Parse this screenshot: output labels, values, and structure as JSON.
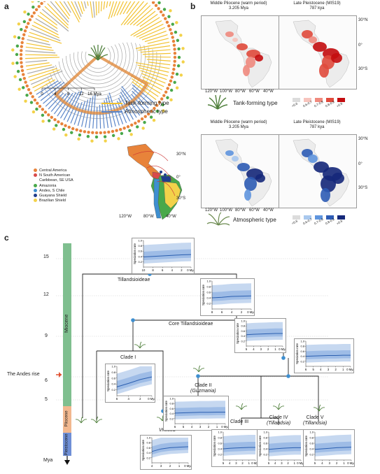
{
  "panel_a": {
    "letter": "a",
    "axis_ticks": [
      "0",
      "4",
      "8",
      "12",
      "16 Mya"
    ],
    "legend_tank": "Tank-forming type",
    "legend_atmos": "Atmospheric type",
    "colors": {
      "tank": "#f2c230",
      "atmos": "#5b86c9",
      "gray": "#a8a8a8",
      "orange": "#e08a3c"
    },
    "regions": [
      {
        "label": "Central America",
        "color": "#e8833a"
      },
      {
        "label": "N South American",
        "color": "#d84a4a"
      },
      {
        "label": "Caribbean, SE USA",
        "color": "#d84a4a"
      },
      {
        "label": "Amazonia",
        "color": "#49a84a"
      },
      {
        "label": "Andes, S Chile",
        "color": "#3e8fd0"
      },
      {
        "label": "Guayana Shield",
        "color": "#1f3d8c"
      },
      {
        "label": "Brazilian Shield",
        "color": "#f3d24a"
      }
    ],
    "map_lat": [
      "30°N",
      "0°",
      "30°S"
    ],
    "map_lon": [
      "120°W",
      "80°W",
      "40°W"
    ]
  },
  "panel_b": {
    "letter": "b",
    "tank": {
      "left_title": "Middle Pliocene (warm period)",
      "left_sub": "3.205 Mya",
      "right_title": "Late Pleistocene (MIS19)",
      "right_sub": "787 kya",
      "lat": [
        "30°N",
        "0°",
        "30°S"
      ],
      "lon": [
        "120°W",
        "100°W",
        "80°W",
        "60°W",
        "40°W"
      ],
      "type_label": "Tank-forming type",
      "legend": [
        "<0.6",
        "0.6-0.7",
        "0.7-0.8",
        "0.8-0.9",
        ">0.9"
      ],
      "legend_colors": [
        "#dcdcdc",
        "#f7c4bd",
        "#f08a7e",
        "#e04a3c",
        "#c40d10"
      ]
    },
    "atmos": {
      "left_title": "Middle Pliocene (warm period)",
      "left_sub": "3.205 Mya",
      "right_title": "Late Pleistocene (MIS19)",
      "right_sub": "787 kya",
      "lat": [
        "30°N",
        "0°",
        "30°S"
      ],
      "lon": [
        "120°W",
        "100°W",
        "80°W",
        "60°W",
        "40°W"
      ],
      "type_label": "Atmospheric type",
      "legend": [
        "<0.6",
        "0.6-0.7",
        "0.7-0.8",
        "0.8-0.9",
        ">0.9"
      ],
      "legend_colors": [
        "#dcdcdc",
        "#a9c8ee",
        "#5f95de",
        "#2e5cb5",
        "#15287a"
      ]
    }
  },
  "panel_c": {
    "letter": "c",
    "age_ticks": [
      "15",
      "12",
      "9",
      "6",
      "5"
    ],
    "mya_label": "Mya",
    "epochs": [
      {
        "name": "Miocene",
        "color": "#7fbf8f"
      },
      {
        "name": "Pliocene",
        "color": "#f2b88f"
      },
      {
        "name": "Pleistocene",
        "color": "#6f8fd6"
      }
    ],
    "andes_label": "The Andes rise",
    "clades": {
      "tillandsioideae": "Tillandsioideae",
      "core": "Core Tillandsioideae",
      "clade1": "Clade I",
      "clade2": "Clade II",
      "clade2_sub": "(Guzmania)",
      "vriesea": "Vriesea",
      "clade3": "Clade III",
      "clade4": "Clade IV",
      "clade4_sub": "(Tillandsia)",
      "clade5": "Clade V",
      "clade5_sub": "(Tillandsia)"
    },
    "ylabel": "Speciation rate",
    "insets": {
      "tillandsioideae": {
        "yticks": [
          "0.2",
          "0.4",
          "0.6",
          "0.8",
          "1.0"
        ],
        "xticks": [
          "10",
          "8",
          "6",
          "4",
          "2",
          "0 Mya"
        ],
        "mean": [
          0.38,
          0.4,
          0.42,
          0.44,
          0.46,
          0.47
        ]
      },
      "core": {
        "yticks": [
          "0.2",
          "0.4",
          "0.6",
          "0.8",
          "1.0"
        ],
        "xticks": [
          "8",
          "6",
          "4",
          "2",
          "0 Mya"
        ],
        "mean": [
          0.4,
          0.42,
          0.45,
          0.46,
          0.47
        ]
      },
      "right1": {
        "yticks": [
          "0.2",
          "0.4",
          "0.6",
          "0.8",
          "1.0"
        ],
        "xticks": [
          "5",
          "4",
          "3",
          "2",
          "1",
          "0 Mya"
        ],
        "mean": [
          0.45,
          0.47,
          0.48,
          0.49,
          0.5,
          0.5
        ]
      },
      "right2": {
        "yticks": [
          "0.2",
          "0.4",
          "0.6",
          "0.8",
          "1.0"
        ],
        "xticks": [
          "6",
          "5",
          "4",
          "3",
          "2",
          "1",
          "0 Mya"
        ],
        "mean": [
          0.4,
          0.41,
          0.42,
          0.43,
          0.43,
          0.44,
          0.44
        ]
      },
      "clade1": {
        "yticks": [
          "0.2",
          "0.4",
          "0.6",
          "0.8",
          "1.0"
        ],
        "xticks": [
          "6",
          "4",
          "2",
          "0 Mya"
        ],
        "mean": [
          0.3,
          0.42,
          0.55,
          0.64
        ]
      },
      "clade2": {
        "yticks": [
          "0.2",
          "0.4",
          "0.6",
          "0.8",
          "1.0"
        ],
        "xticks": [
          "6",
          "5",
          "4",
          "3",
          "2",
          "1",
          "0 Mya"
        ],
        "mean": [
          0.42,
          0.43,
          0.44,
          0.45,
          0.45,
          0.46,
          0.46
        ]
      },
      "vriesea": {
        "yticks": [
          "0.2",
          "0.4",
          "0.6",
          "0.8",
          "1.0"
        ],
        "xticks": [
          "4",
          "3",
          "2",
          "1",
          "0 Mya"
        ],
        "mean": [
          0.45,
          0.55,
          0.6,
          0.62,
          0.64
        ]
      },
      "clade3": {
        "yticks": [
          "0.2",
          "0.4",
          "0.6",
          "0.8",
          "1.0"
        ],
        "xticks": [
          "5",
          "4",
          "3",
          "2",
          "1",
          "0 Mya"
        ],
        "mean": [
          0.4,
          0.42,
          0.43,
          0.44,
          0.45,
          0.45
        ]
      },
      "clade4": {
        "yticks": [
          "0.2",
          "0.4",
          "0.6",
          "0.8",
          "1.0"
        ],
        "xticks": [
          "5",
          "4",
          "3",
          "2",
          "1",
          "0 Mya"
        ],
        "mean": [
          0.38,
          0.4,
          0.42,
          0.43,
          0.44,
          0.44
        ]
      },
      "clade5": {
        "yticks": [
          "0.2",
          "0.4",
          "0.6",
          "0.8",
          "1.0"
        ],
        "xticks": [
          "5",
          "4",
          "3",
          "2",
          "1",
          "0 Mya"
        ],
        "mean": [
          0.38,
          0.4,
          0.42,
          0.44,
          0.45,
          0.46
        ]
      }
    }
  }
}
